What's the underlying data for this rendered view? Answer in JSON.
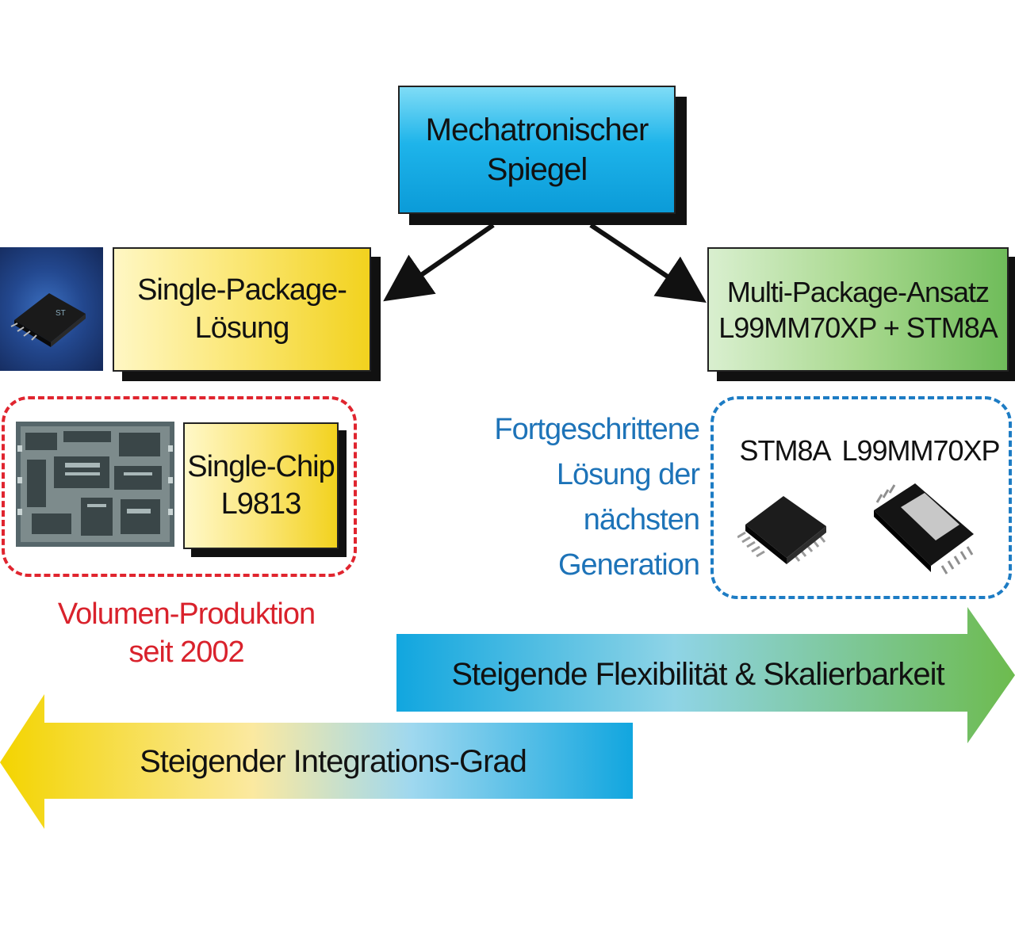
{
  "top": {
    "line1": "Mechatronischer",
    "line2": "Spiegel"
  },
  "left_box": {
    "line1": "Single-Package-",
    "line2": "Lösung"
  },
  "right_box": {
    "line1": "Multi-Package-Ansatz",
    "line2": "L99MM70XP + STM8A"
  },
  "single_chip": {
    "line1": "Single-Chip",
    "line2": "L9813"
  },
  "volume": {
    "line1": "Volumen-Produktion",
    "line2": "seit 2002"
  },
  "advanced": {
    "line1": "Fortgeschrittene",
    "line2": "Lösung der",
    "line3": "nächsten",
    "line4": "Generation"
  },
  "chips": {
    "left": "STM8A",
    "right": "L99MM70XP"
  },
  "arrows": {
    "flex": "Steigende Flexibilität & Skalierbarkeit",
    "integration": "Steigender Integrations-Grad"
  },
  "colors": {
    "blue_box": "#1eb4ea",
    "yellow_box": "#f2d21e",
    "green_box": "#6fbc5a",
    "red_dash": "#e0252f",
    "blue_dash": "#1d7cc4"
  }
}
